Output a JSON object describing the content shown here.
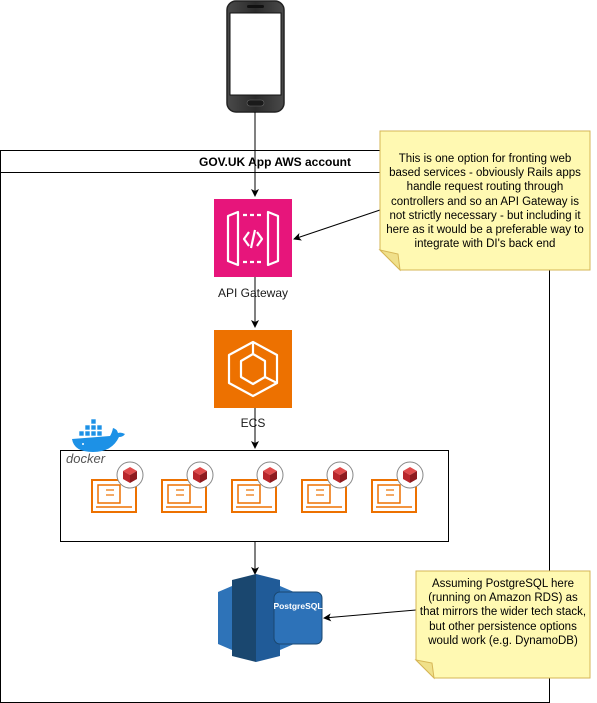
{
  "account_title": "GOV.UK App AWS account",
  "api_gateway": {
    "label": "API Gateway",
    "icon": "api-gateway-icon",
    "color": "#E7157B"
  },
  "ecs": {
    "label": "ECS",
    "icon": "ecs-icon",
    "color": "#ED7100"
  },
  "docker": {
    "label": "docker",
    "container_count": 5,
    "icon": "docker-whale-icon"
  },
  "database": {
    "label": "PostgreSQL",
    "icon": "rds-icon",
    "color": "#2E73B8"
  },
  "notes": {
    "api_gateway": "This is one option for fronting web based services - obviously Rails apps handle request routing through controllers and so an API Gateway is not strictly necessary - but including it here as it would be a preferable way to integrate with DI's back end",
    "database": "Assuming PostgreSQL here (running on Amazon RDS) as that mirrors the wider tech stack, but other persistence options would work (e.g. DynamoDB)"
  },
  "colors": {
    "note_fill": "#FFF9B2",
    "note_border": "#D6B656",
    "line": "#000000"
  }
}
